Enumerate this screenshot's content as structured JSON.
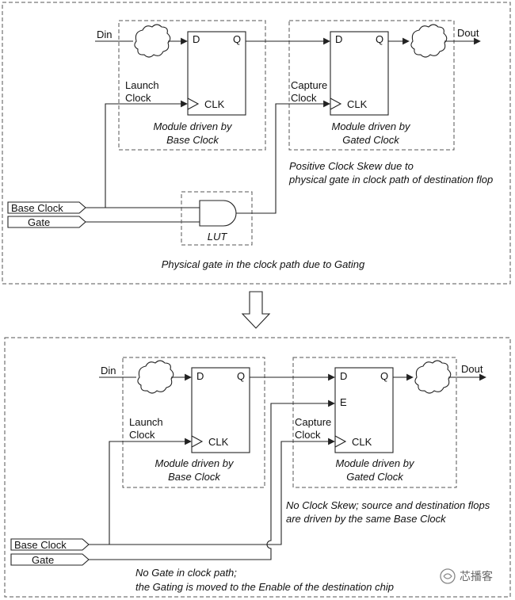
{
  "top": {
    "din": "Din",
    "dout": "Dout",
    "ff1": {
      "d": "D",
      "q": "Q",
      "clk": "CLK"
    },
    "ff2": {
      "d": "D",
      "q": "Q",
      "clk": "CLK"
    },
    "launch_clock": [
      "Launch",
      "Clock"
    ],
    "capture_clock": [
      "Capture",
      "Clock"
    ],
    "module1": [
      "Module driven by",
      "Base Clock"
    ],
    "module2": [
      "Module driven by",
      "Gated Clock"
    ],
    "skew_note": [
      "Positive Clock Skew due to",
      "physical gate in clock path of destination flop"
    ],
    "base_clock": "Base Clock",
    "gate": "Gate",
    "lut": "LUT",
    "caption": "Physical gate in the clock path due to Gating"
  },
  "bottom": {
    "din": "Din",
    "dout": "Dout",
    "ff1": {
      "d": "D",
      "q": "Q",
      "clk": "CLK"
    },
    "ff2": {
      "d": "D",
      "q": "Q",
      "e": "E",
      "clk": "CLK"
    },
    "launch_clock": [
      "Launch",
      "Clock"
    ],
    "capture_clock": [
      "Capture",
      "Clock"
    ],
    "module1": [
      "Module driven by",
      "Base Clock"
    ],
    "module2": [
      "Module driven by",
      "Gated Clock"
    ],
    "skew_note": [
      "No Clock Skew; source and destination flops",
      "are driven by the same Base Clock"
    ],
    "base_clock": "Base Clock",
    "gate": "Gate",
    "caption": [
      "No Gate in clock path;",
      "the Gating is moved to the Enable of the destination chip"
    ]
  },
  "watermark": "芯播客"
}
